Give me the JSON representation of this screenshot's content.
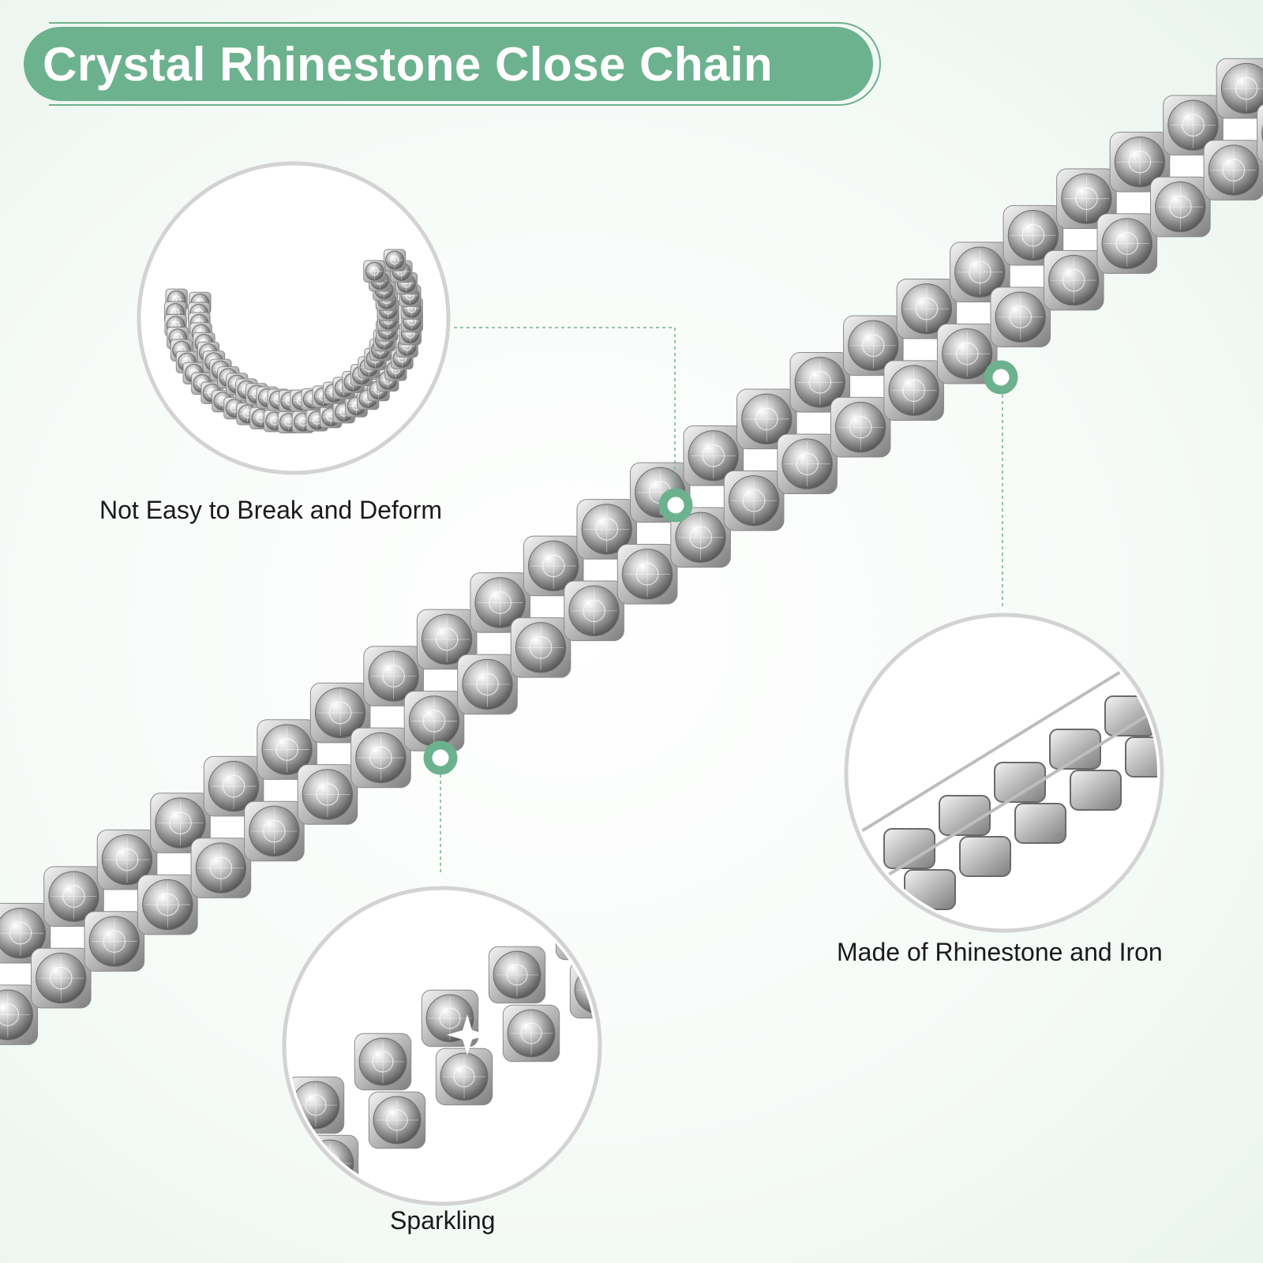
{
  "title": "Crystal Rhinestone Close Chain",
  "features": [
    {
      "label": "Not Easy to Break and Deform",
      "detail": "curved-chain"
    },
    {
      "label": "Made of Rhinestone and Iron",
      "detail": "chain-back"
    },
    {
      "label": "Sparkling",
      "detail": "chain-sparkle"
    }
  ],
  "colors": {
    "accent": "#6cb28e",
    "circle_border": "#d3d3d3",
    "leader_line": "#6cb28e",
    "chain_metal": "#c9c9c9"
  }
}
